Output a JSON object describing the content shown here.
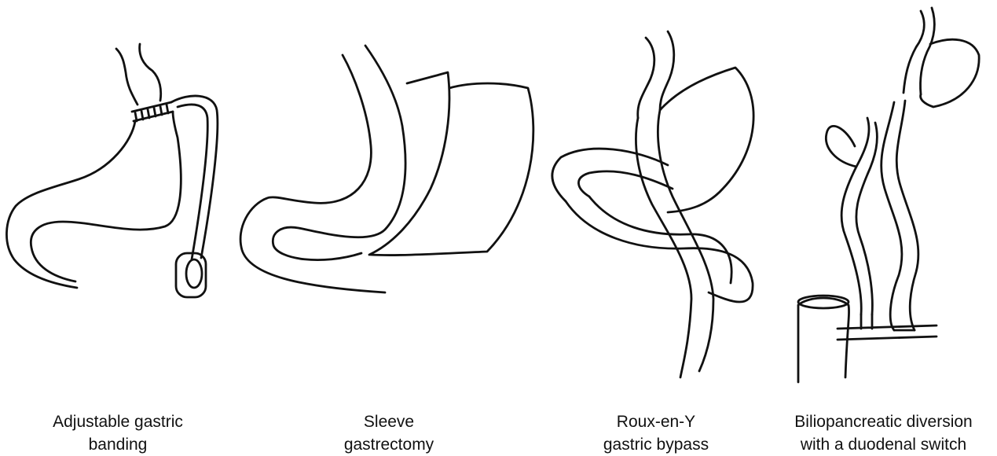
{
  "procedures": [
    {
      "id": "band",
      "caption_line1": "Adjustable gastric",
      "caption_line2": "banding"
    },
    {
      "id": "sleeve",
      "caption_line1": "Sleeve",
      "caption_line2": "gastrectomy"
    },
    {
      "id": "rny",
      "caption_line1": "Roux-en-Y",
      "caption_line2": "gastric bypass"
    },
    {
      "id": "bpd",
      "caption_line1": "Biliopancreatic diversion",
      "caption_line2": "with a duodenal switch"
    }
  ],
  "stroke_color": "#111111",
  "background_color": "#ffffff"
}
